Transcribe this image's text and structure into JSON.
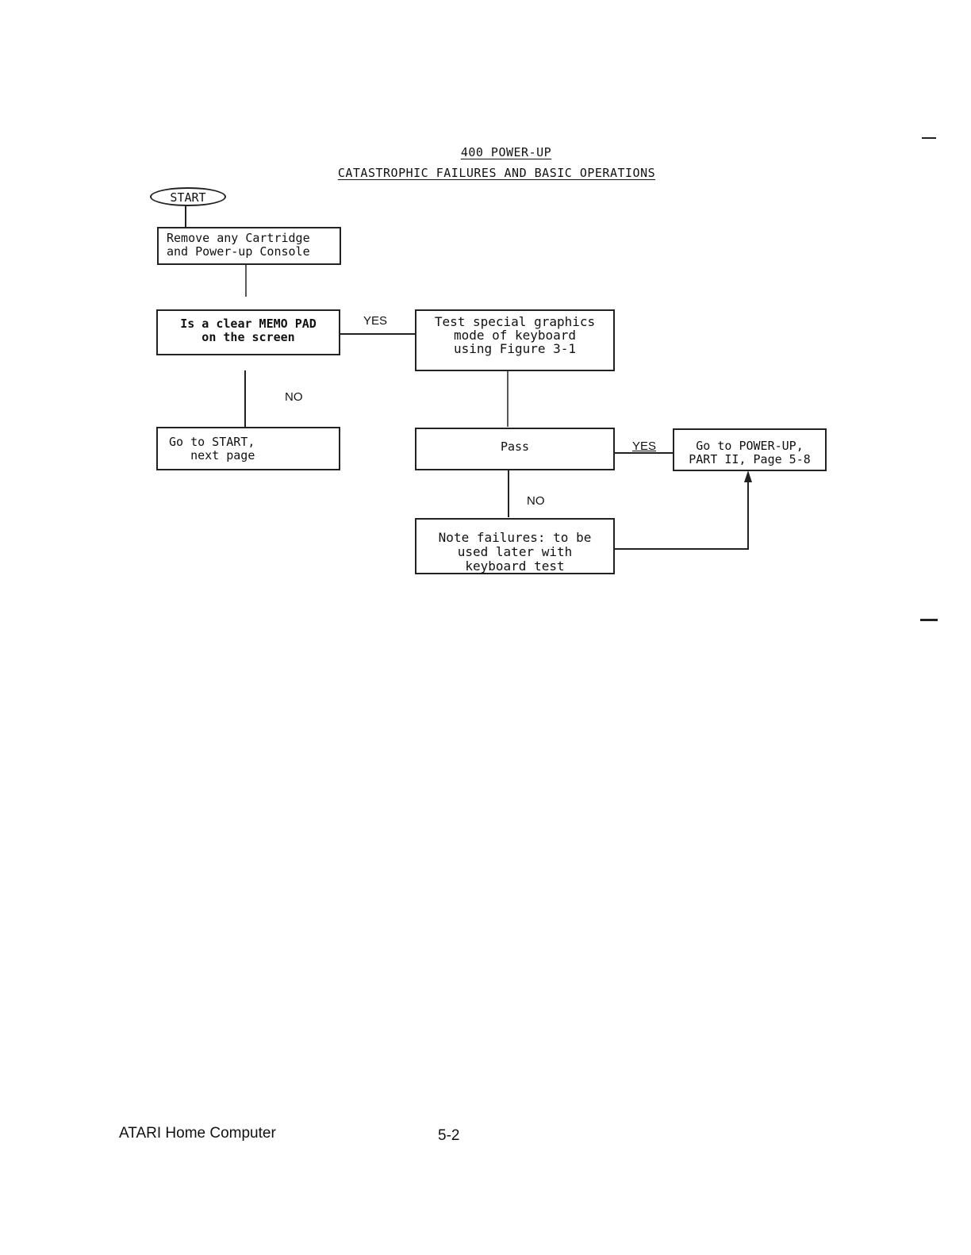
{
  "header": {
    "line1": "400 POWER-UP",
    "line2": "CATASTROPHIC FAILURES AND BASIC OPERATIONS"
  },
  "flowchart": {
    "start": "START",
    "remove_cartridge": "Remove any Cartridge\nand Power-up Console",
    "memo_pad_question": "Is a clear MEMO PAD\non the screen",
    "test_graphics": "Test special graphics\nmode of keyboard\nusing Figure 3-1",
    "goto_start": "Go to START,\n   next page",
    "pass": "Pass",
    "goto_powerup": "Go to POWER-UP,\nPART II, Page 5-8",
    "note_failures": "Note failures: to be\nused later with\nkeyboard test",
    "yes_label_1": "YES",
    "no_label_1": "NO",
    "yes_label_2": "YES",
    "no_label_2": "NO"
  },
  "footer": {
    "product": "ATARI Home Computer",
    "page_number": "5-2"
  }
}
